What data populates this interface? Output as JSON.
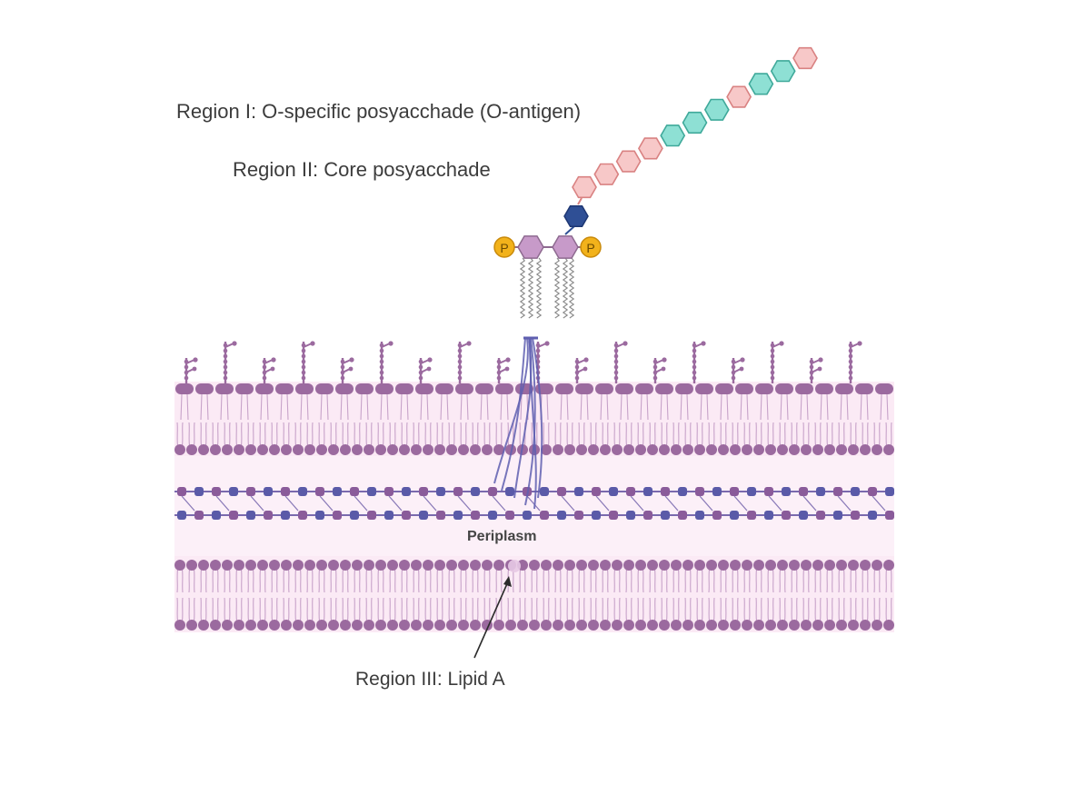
{
  "labels": {
    "region1": "Region I: O-specific posyacchade (O-antigen)",
    "region2": "Region II: Core posyacchade",
    "region3": "Region III: Lipid A",
    "periplasm": "Periplasm"
  },
  "phosphate_symbol": "P",
  "colors": {
    "pink_sugar_fill": "#f7c8c8",
    "pink_sugar_stroke": "#d98282",
    "teal_sugar_fill": "#8ee0d4",
    "teal_sugar_stroke": "#3fa99a",
    "core_sugar": "#2f4f95",
    "lipidA_sugar": "#c79ac9",
    "phosphate": "#f2b21b",
    "membrane_head": "#9b6a9f",
    "membrane_bg": "#fbeaf5",
    "peptidoglycan_node": "#8a5b9a",
    "peptidoglycan_node_alt": "#5a5aa8",
    "anchor_strand": "#5f5fb0"
  },
  "o_antigen_sequence": [
    "pink",
    "pink",
    "pink",
    "pink",
    "teal",
    "teal",
    "teal",
    "pink",
    "teal",
    "teal",
    "pink"
  ],
  "core_sugar_count": 1,
  "lipid_a_sugar_count": 2
}
